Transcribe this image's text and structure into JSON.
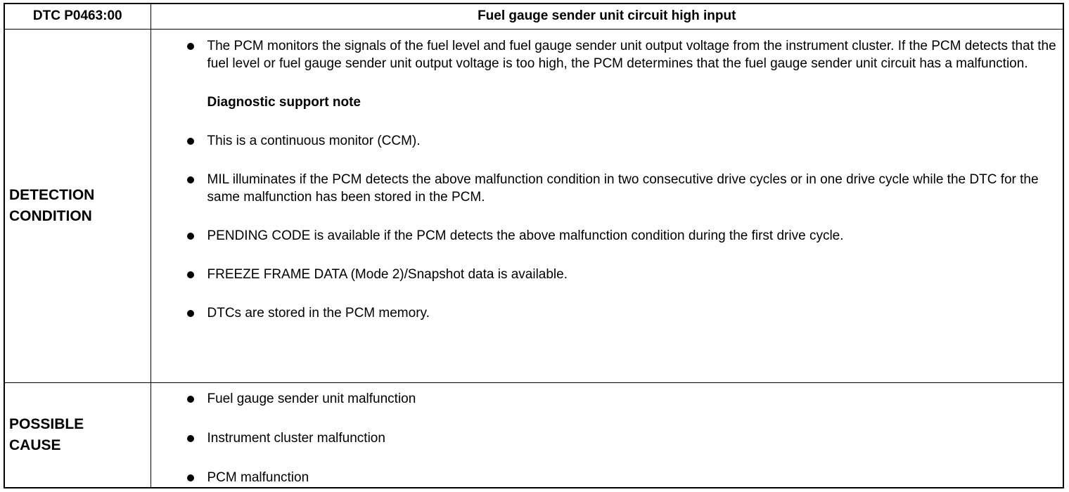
{
  "header": {
    "code": "DTC P0463:00",
    "title": "Fuel gauge sender unit circuit high input"
  },
  "detection": {
    "label_line1": "DETECTION",
    "label_line2": "CONDITION",
    "intro": "The PCM monitors the signals of the fuel level and fuel gauge sender unit output voltage from the instrument cluster. If the PCM detects that the fuel level or fuel gauge sender unit output voltage is too high, the PCM determines that the fuel gauge sender unit circuit has a malfunction.",
    "note_heading": "Diagnostic support note",
    "notes": [
      "This is a continuous monitor (CCM).",
      "MIL illuminates if the PCM detects the above malfunction condition in two consecutive drive cycles or in one drive cycle while the DTC for the same malfunction has been stored in the PCM.",
      "PENDING CODE is available if the PCM detects the above malfunction condition during the first drive cycle.",
      "FREEZE FRAME DATA (Mode 2)/Snapshot data is available.",
      "DTCs are stored in the PCM memory."
    ]
  },
  "cause": {
    "label_line1": "POSSIBLE",
    "label_line2": "CAUSE",
    "items": [
      "Fuel gauge sender unit malfunction",
      "Instrument cluster malfunction",
      "PCM malfunction"
    ]
  },
  "icons": {
    "bullet": "bullet-dot-icon"
  }
}
